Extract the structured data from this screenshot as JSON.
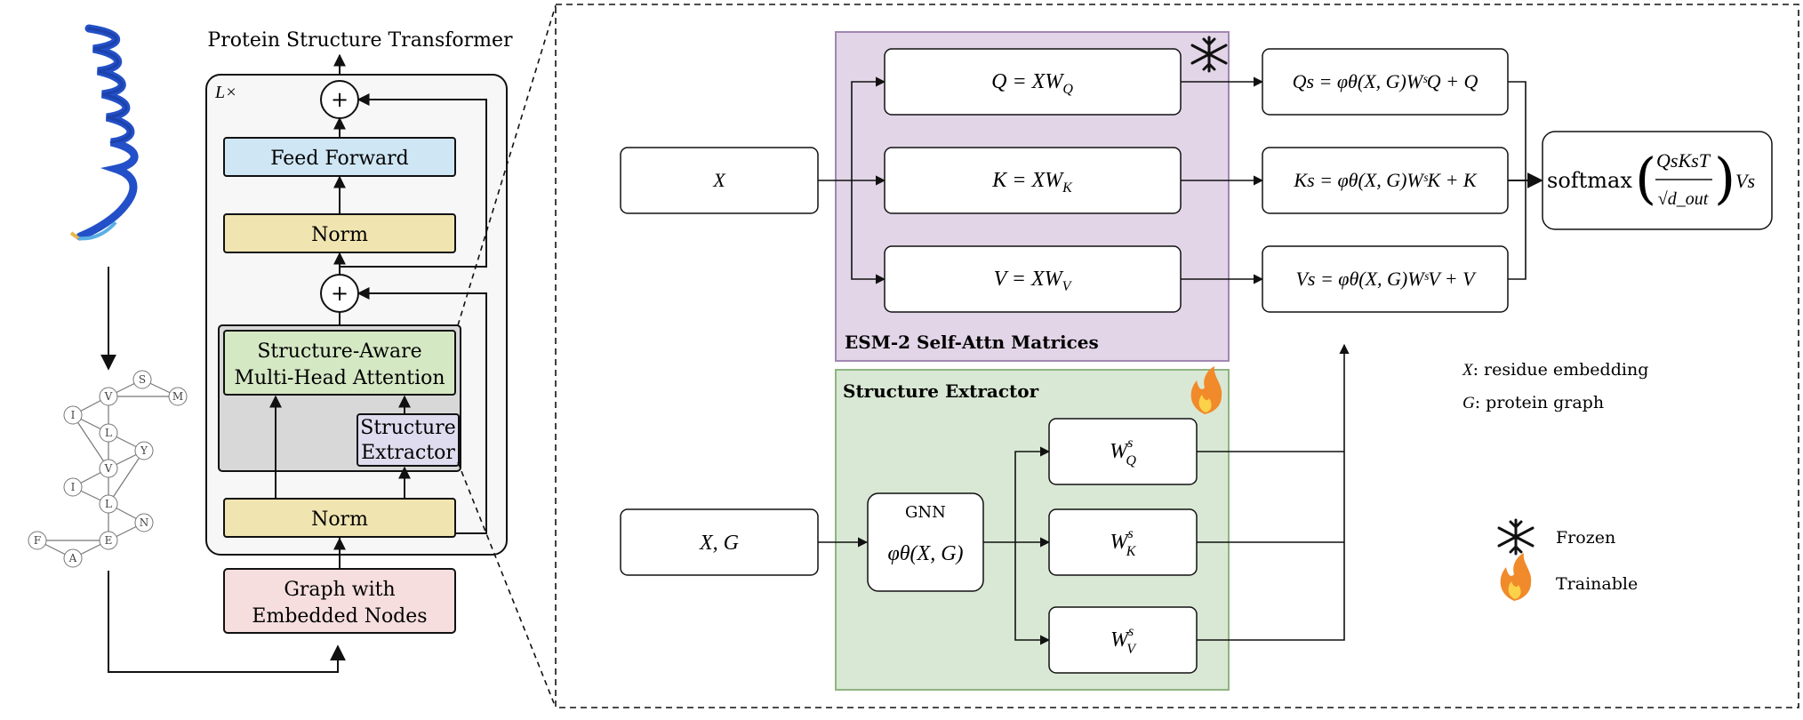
{
  "left_panel": {
    "title": "Protein Structure Transformer",
    "repeat_label": "L×",
    "feed_forward": "Feed Forward",
    "norm_top": "Norm",
    "attention_line1": "Structure-Aware",
    "attention_line2": "Multi-Head Attention",
    "extractor_line1": "Structure",
    "extractor_line2": "Extractor",
    "norm_bottom": "Norm",
    "input_line1": "Graph with",
    "input_line2": "Embedded Nodes",
    "plus_symbol": "+"
  },
  "graph_nodes": [
    "S",
    "V",
    "M",
    "I",
    "L",
    "Y",
    "V",
    "I",
    "L",
    "N",
    "F",
    "E",
    "A"
  ],
  "esm_panel": {
    "label": "ESM-2 Self-Attn Matrices",
    "input": "X",
    "q_main": "Q = XW",
    "q_sub": "Q",
    "k_main": "K = XW",
    "k_sub": "K",
    "v_main": "V = XW",
    "v_sub": "V"
  },
  "structure_panel": {
    "label": "Structure Extractor",
    "input": "X, G",
    "gnn_label": "GNN",
    "gnn_func": "φθ(X, G)",
    "wq": "W",
    "wk": "W",
    "wv": "W",
    "w_sup": "s"
  },
  "outputs": {
    "qs": "Qs = φθ(X, G)WˢQ + Q",
    "ks": "Ks = φθ(X, G)WˢK + K",
    "vs": "Vs = φθ(X, G)WˢV + V",
    "softmax": "softmax",
    "frac_num": "QsKsT",
    "frac_den": "√d_out",
    "softmax_tail": "Vs"
  },
  "legend": {
    "x_def": ": residue embedding",
    "x_sym": "X",
    "g_def": ": protein graph",
    "g_sym": "G",
    "frozen": "Frozen",
    "trainable": "Trainable"
  },
  "colors": {
    "feed_forward": "#cfe6f4",
    "norm": "#f0e4b0",
    "attention": "#d5e8c4",
    "extractor": "#e0dcef",
    "input_box": "#f6dede",
    "esm_panel": "#e2d5e7",
    "structure_panel": "#d9e8d4",
    "protein": "#2350c8"
  }
}
